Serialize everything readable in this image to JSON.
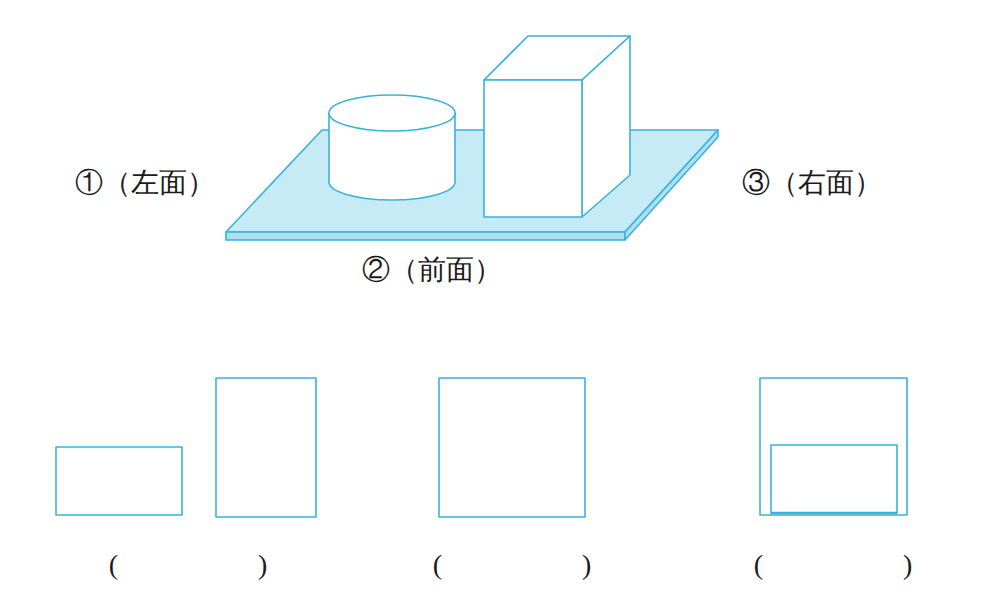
{
  "diagram": {
    "labels": [
      "①（左面）",
      "②（前面）",
      "③（右面）",
      "(　　　　　)",
      "(　　　　　)",
      "(　　　　　)"
    ]
  }
}
